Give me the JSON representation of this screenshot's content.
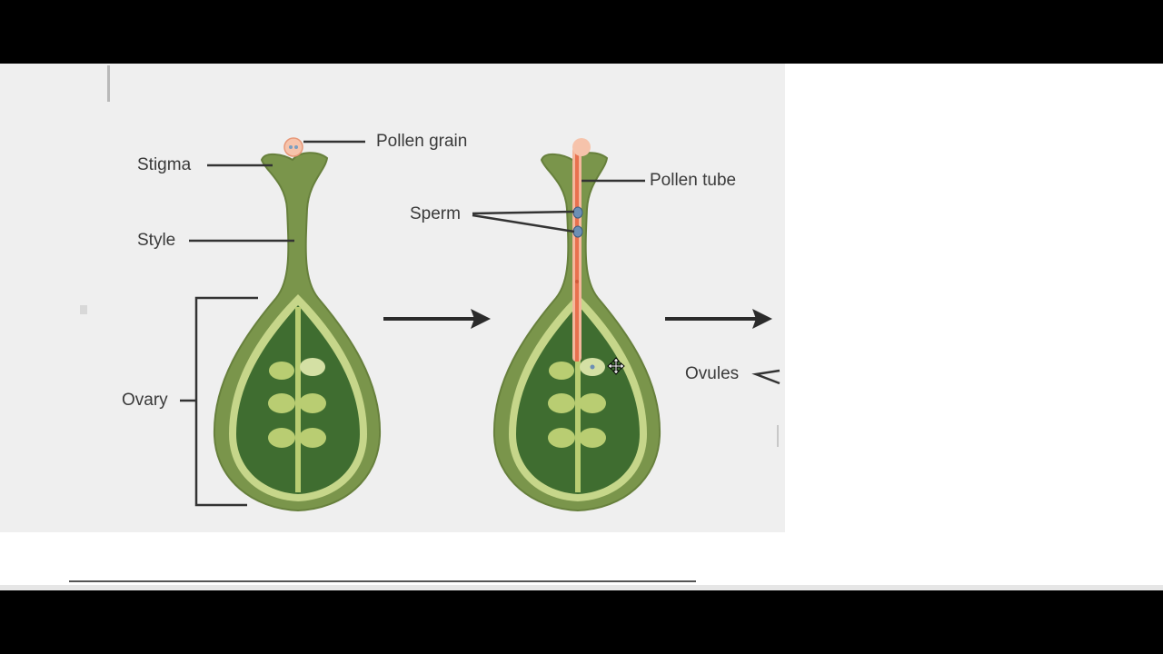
{
  "labels": {
    "pollen_grain": "Pollen grain",
    "stigma": "Stigma",
    "style": "Style",
    "ovary": "Ovary",
    "pollen_tube": "Pollen tube",
    "sperm": "Sperm",
    "ovules": "Ovules"
  },
  "colors": {
    "pistil_outer": "#76924a",
    "pistil_inner_dark": "#3c6b2f",
    "pistil_rim": "#c9d98a",
    "ovule": "#b5c96b",
    "pollen": "#f4b79c",
    "pollen_tube": "#ee8b6a",
    "sperm": "#6c8fb5",
    "leader": "#333333"
  },
  "icons": {
    "cursor": "move-cursor-icon",
    "arrow": "right-arrow-icon"
  }
}
